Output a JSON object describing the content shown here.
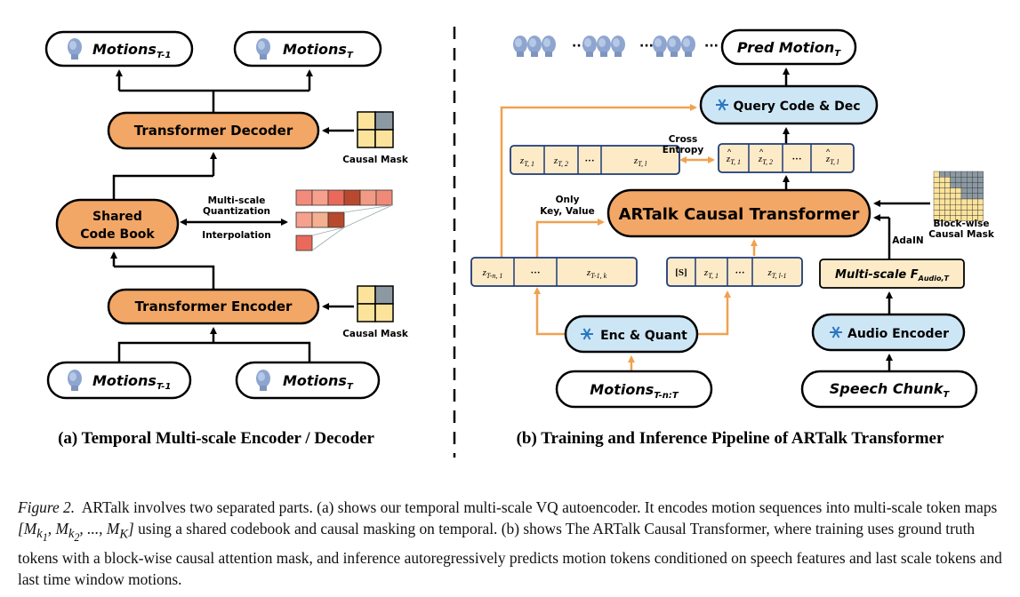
{
  "colors": {
    "orange_fill": "#f2a766",
    "light_fill": "#fdebc8",
    "blue_fill": "#cde6f5",
    "orange_arrow": "#f0a150",
    "frozen_icon": "#2a78c2",
    "mask_yellow": "#fbe39b",
    "mask_gray": "#8c99a3"
  },
  "panel_a": {
    "top_left_box": {
      "prefix": "Motions",
      "sub": "T-1"
    },
    "top_right_box": {
      "prefix": "Motions",
      "sub": "T"
    },
    "decoder": "Transformer Decoder",
    "codebook_line1": "Shared",
    "codebook_line2": "Code Book",
    "quant_line1": "Multi-scale",
    "quant_line2": "Quantization",
    "interpolation": "Interpolation",
    "encoder": "Transformer Encoder",
    "causal_mask_top": "Causal Mask",
    "causal_mask_bottom": "Causal Mask",
    "bottom_left_box": {
      "prefix": "Motions",
      "sub": "T-1"
    },
    "bottom_right_box": {
      "prefix": "Motions",
      "sub": "T"
    },
    "subcaption": "(a) Temporal Multi-scale Encoder / Decoder"
  },
  "panel_b": {
    "pred_motion": {
      "prefix": "Pred Motion",
      "sub": "T"
    },
    "query_dec": "Query Code & Dec",
    "cross_entropy_line1": "Cross",
    "cross_entropy_line2": "Entropy",
    "gt_tokens": [
      {
        "main": "z",
        "sub": "T, 1",
        "hat": false
      },
      {
        "main": "z",
        "sub": "T, 2",
        "hat": false
      },
      {
        "main": "···",
        "sub": "",
        "hat": false
      },
      {
        "main": "z",
        "sub": "T, l",
        "hat": false
      }
    ],
    "pred_tokens": [
      {
        "main": "z",
        "sub": "T, 1",
        "hat": true
      },
      {
        "main": "z",
        "sub": "T, 2",
        "hat": true
      },
      {
        "main": "···",
        "sub": "",
        "hat": false
      },
      {
        "main": "z",
        "sub": "T, l",
        "hat": true
      }
    ],
    "only_kv_line1": "Only",
    "only_kv_line2": "Key, Value",
    "transformer": "ARTalk Causal Transformer",
    "blockwise_line1": "Block-wise",
    "blockwise_line2": "Causal Mask",
    "adain": "AdaIN",
    "past_tokens": [
      {
        "main": "z",
        "sub": "T-n, 1"
      },
      {
        "main": "···",
        "sub": ""
      },
      {
        "main": "z",
        "sub": "T-1, k"
      }
    ],
    "cur_tokens": [
      {
        "main": "[S]",
        "sub": ""
      },
      {
        "main": "z",
        "sub": "T, 1"
      },
      {
        "main": "···",
        "sub": ""
      },
      {
        "main": "z",
        "sub": "T, l-1"
      }
    ],
    "audio_feature": {
      "prefix": "Multi-scale F",
      "sub": "Audio,T"
    },
    "enc_quant": "Enc & Quant",
    "audio_encoder": "Audio Encoder",
    "motions_in": {
      "prefix": "Motions",
      "sub": "T-n:T"
    },
    "speech": {
      "prefix": "Speech Chunk",
      "sub": "T"
    },
    "subcaption": "(b) Training and Inference Pipeline of ARTalk Transformer"
  },
  "caption": {
    "label": "Figure 2.",
    "text1": "ARTalk involves two separated parts. (a) shows our temporal multi-scale VQ autoencoder. It encodes motion sequences into multi-scale token maps ",
    "math": "[M",
    "math_parts": [
      "k",
      "1",
      "k",
      "2",
      "..., M",
      "K",
      "]"
    ],
    "text2": " using a shared codebook and causal masking on temporal. (b) shows The ARTalk Causal Transformer, where training uses ground truth tokens with a block-wise causal attention mask, and inference autoregressively predicts motion tokens conditioned on speech features and last scale tokens and last time window motions."
  }
}
